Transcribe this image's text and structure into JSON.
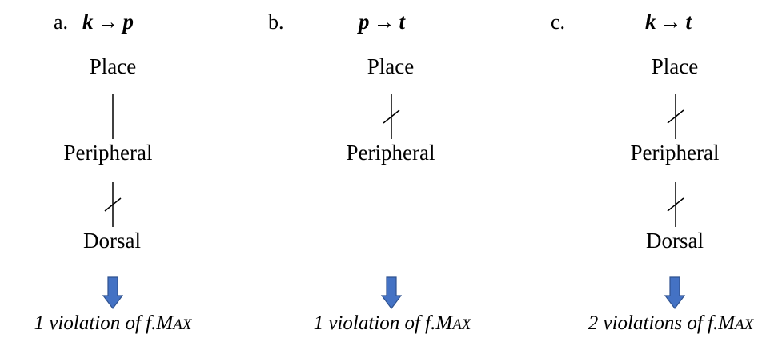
{
  "colors": {
    "arrow_fill": "#4472c4",
    "arrow_stroke": "#2f528f"
  },
  "panels": [
    {
      "letter": "a.",
      "formula": {
        "from": "k",
        "arrow": "→",
        "to": "p"
      },
      "nodes": [
        "Place",
        "Peripheral",
        "Dorsal"
      ],
      "links": [
        "intact",
        "delinked"
      ],
      "result": {
        "count": "1",
        "rest": "violation of f.",
        "con_M": "M",
        "con_rest": "AX"
      }
    },
    {
      "letter": "b.",
      "formula": {
        "from": "p",
        "arrow": "→",
        "to": "t"
      },
      "nodes": [
        "Place",
        "Peripheral"
      ],
      "links": [
        "delinked"
      ],
      "result": {
        "count": "1",
        "rest": "violation of f.",
        "con_M": "M",
        "con_rest": "AX"
      }
    },
    {
      "letter": "c.",
      "formula": {
        "from": "k",
        "arrow": "→",
        "to": "t"
      },
      "nodes": [
        "Place",
        "Peripheral",
        "Dorsal"
      ],
      "links": [
        "delinked",
        "delinked"
      ],
      "result": {
        "count": "2",
        "rest": "violations of f.",
        "con_M": "M",
        "con_rest": "AX"
      }
    }
  ]
}
